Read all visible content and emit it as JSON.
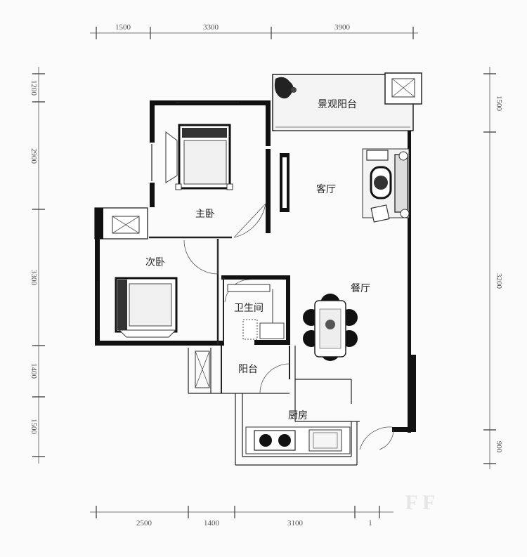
{
  "rooms": {
    "balcony_view": "景观阳台",
    "living_room": "客厅",
    "master_bedroom": "主卧",
    "second_bedroom": "次卧",
    "dining_room": "餐厅",
    "bathroom": "卫生间",
    "balcony": "阳台",
    "kitchen": "厨房"
  },
  "dimensions": {
    "top": [
      "1500",
      "3300",
      "3900"
    ],
    "left": [
      "1200",
      "2900",
      "3300",
      "1400",
      "1500"
    ],
    "right": [
      "1500",
      "3200",
      "900"
    ],
    "bottom": [
      "2500",
      "1400",
      "3100",
      "1"
    ]
  },
  "watermark": "F F"
}
